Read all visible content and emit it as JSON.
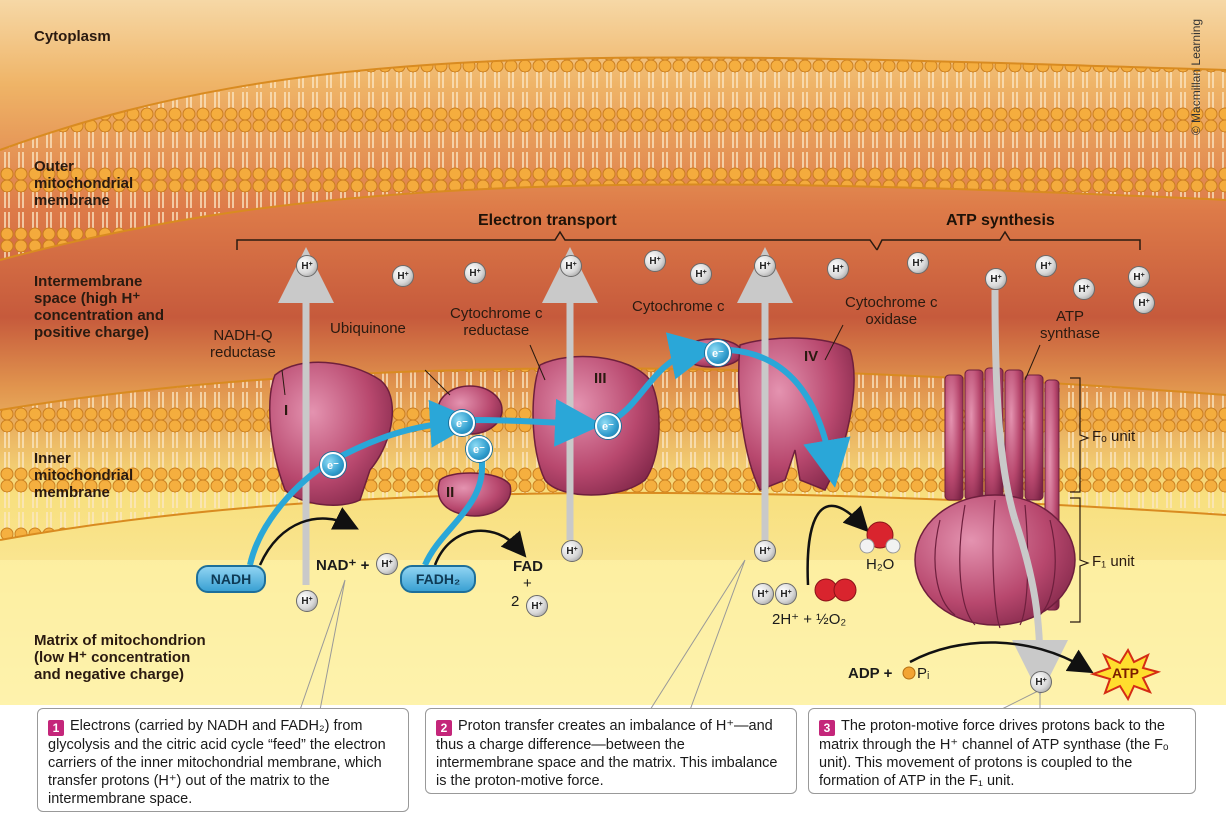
{
  "regions": {
    "cytoplasm": "Cytoplasm",
    "outer_membrane": [
      "Outer",
      "mitochondrial",
      "membrane"
    ],
    "intermembrane": [
      "Intermembrane",
      "space (high H⁺",
      "concentration and",
      "positive charge)"
    ],
    "inner_membrane": [
      "Inner",
      "mitochondrial",
      "membrane"
    ],
    "matrix": [
      "Matrix of mitochondrion",
      "(low H⁺ concentration",
      "and negative charge)"
    ]
  },
  "sections": {
    "electron_transport": "Electron transport",
    "atp_synthesis": "ATP synthesis"
  },
  "proteins": {
    "nadh_q": [
      "NADH-Q",
      "reductase"
    ],
    "ubiquinone": "Ubiquinone",
    "cyt_c_reductase": [
      "Cytochrome c",
      "reductase"
    ],
    "cyt_c": "Cytochrome c",
    "cyt_c_oxidase": [
      "Cytochrome c",
      "oxidase"
    ],
    "atp_synthase": [
      "ATP",
      "synthase"
    ]
  },
  "complex_numerals": [
    "I",
    "II",
    "III",
    "IV"
  ],
  "units": {
    "fo": "Fₒ unit",
    "f1": "F₁ unit"
  },
  "chemicals": {
    "nadh": "NADH",
    "nad_plus": "NAD⁺ +",
    "fadh2": "FADH₂",
    "fad": "FAD",
    "fad_plus": "+",
    "fad_two": "2",
    "water": "H₂O",
    "oxygen_eq": "2H⁺ + ½O₂",
    "adp": "ADP +",
    "pi": "Pᵢ",
    "atp": "ATP"
  },
  "ion_label": "H",
  "electron_label": "e⁻",
  "captions": [
    {
      "number": "1",
      "text": "Electrons (carried by NADH and FADH₂) from glycolysis and the citric acid cycle “feed” the electron carriers of the inner mitochondrial membrane, which transfer protons (H⁺) out of the matrix to the intermembrane space."
    },
    {
      "number": "2",
      "text": "Proton transfer creates an imbalance of H⁺—and thus a charge difference—between the intermembrane space and the matrix. This imbalance is the proton-motive force."
    },
    {
      "number": "3",
      "text": "The proton-motive force drives protons back to the matrix through the H⁺ channel of ATP synthase (the Fₒ unit). This movement of protons is coupled to the formation of ATP in the F₁ unit."
    }
  ],
  "credit": "© Macmillan Learning",
  "colors": {
    "lipid_head": "#f2a433",
    "protein": "#b8486e",
    "electron_path": "#2aa7d8",
    "badge": "#c4267a",
    "matrix": "#fbe98a"
  }
}
